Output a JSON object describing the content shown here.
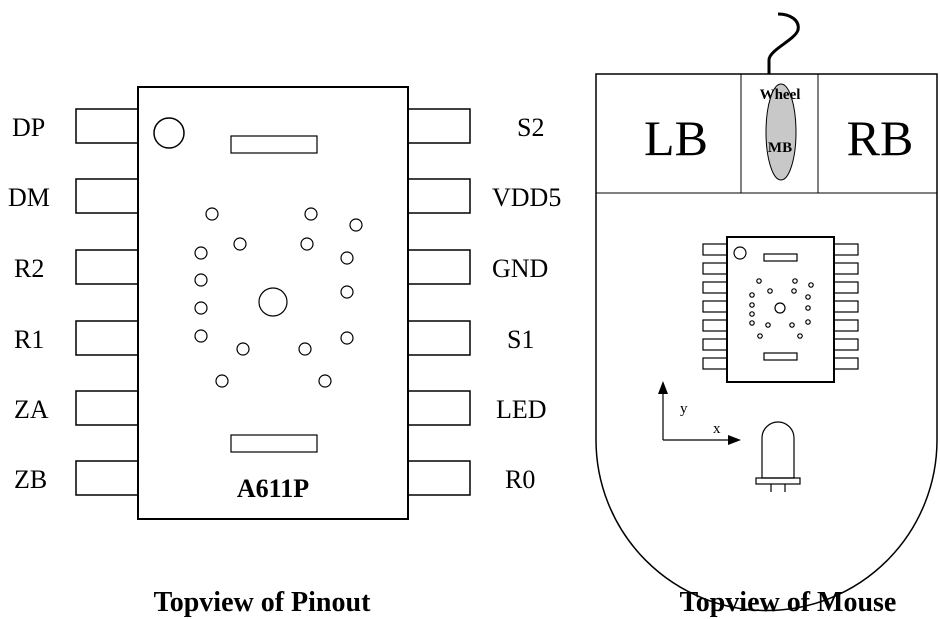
{
  "pinout": {
    "left_pins": [
      "DP",
      "DM",
      "R2",
      "R1",
      "ZA",
      "ZB"
    ],
    "right_pins": [
      "S2",
      "VDD5",
      "GND",
      "S1",
      "LED",
      "R0"
    ],
    "chip_name": "A611P",
    "caption": "Topview of Pinout"
  },
  "mouse": {
    "left_button": "LB",
    "right_button": "RB",
    "wheel_label": "Wheel",
    "middle_button": "MB",
    "axis_x": "x",
    "axis_y": "y",
    "caption": "Topview of Mouse"
  },
  "colors": {
    "line": "#000000",
    "wheel_fill": "#c8c8c8",
    "background": "#ffffff"
  }
}
